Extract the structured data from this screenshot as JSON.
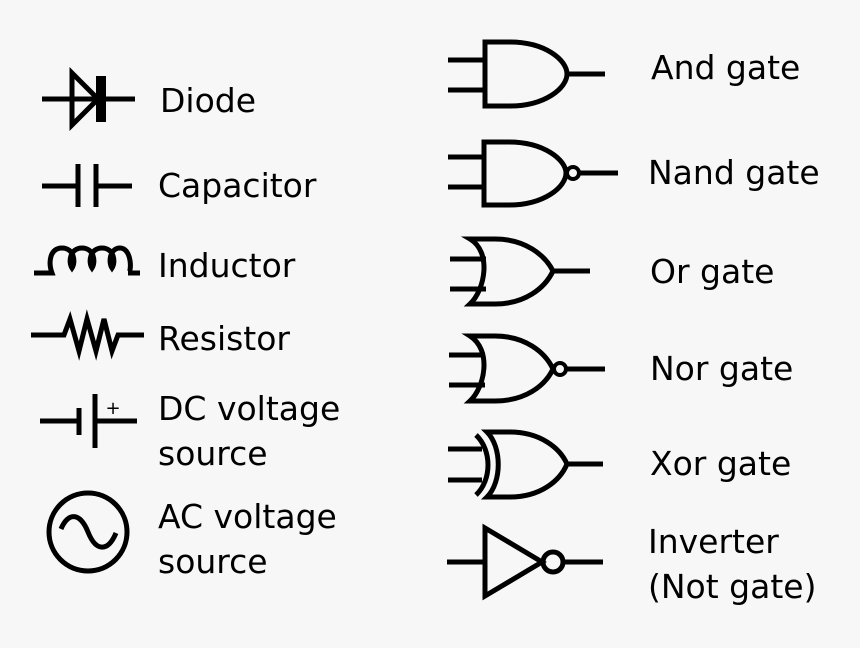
{
  "components": [
    {
      "label": "Diode",
      "icon": "diode-icon"
    },
    {
      "label": "Capacitor",
      "icon": "capacitor-icon"
    },
    {
      "label": "Inductor",
      "icon": "inductor-icon"
    },
    {
      "label": "Resistor",
      "icon": "resistor-icon"
    },
    {
      "label": "DC voltage",
      "label2": "source",
      "icon": "dc-voltage-source-icon",
      "polarity_mark": "+"
    },
    {
      "label": "AC voltage",
      "label2": "source",
      "icon": "ac-voltage-source-icon"
    }
  ],
  "gates": [
    {
      "label": "And gate",
      "icon": "and-gate-icon"
    },
    {
      "label": "Nand gate",
      "icon": "nand-gate-icon"
    },
    {
      "label": "Or gate",
      "icon": "or-gate-icon"
    },
    {
      "label": "Nor gate",
      "icon": "nor-gate-icon"
    },
    {
      "label": "Xor gate",
      "icon": "xor-gate-icon"
    },
    {
      "label": "Inverter",
      "label2": "(Not gate)",
      "icon": "inverter-icon"
    }
  ],
  "colors": {
    "background": "#f7f7f7",
    "stroke": "#000000"
  }
}
